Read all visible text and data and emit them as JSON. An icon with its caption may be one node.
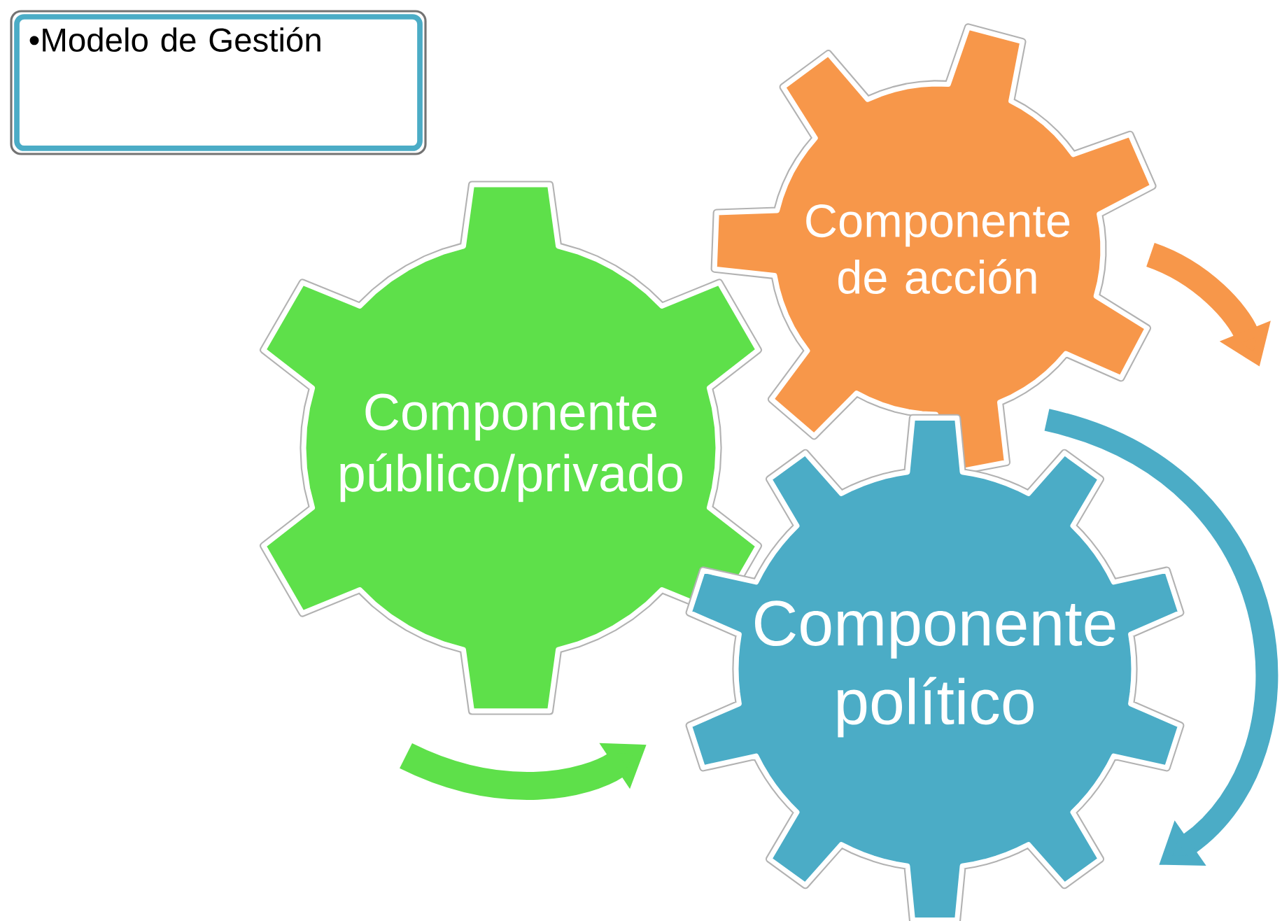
{
  "diagram": {
    "nodes": [
      {
        "text": [
          "•Modelo de Gestión"
        ]
      },
      {
        "text": [
          "Componente público/privado"
        ]
      },
      {
        "text": [
          "Componente de acción"
        ]
      },
      {
        "text": [
          "Componente político"
        ]
      }
    ]
  }
}
